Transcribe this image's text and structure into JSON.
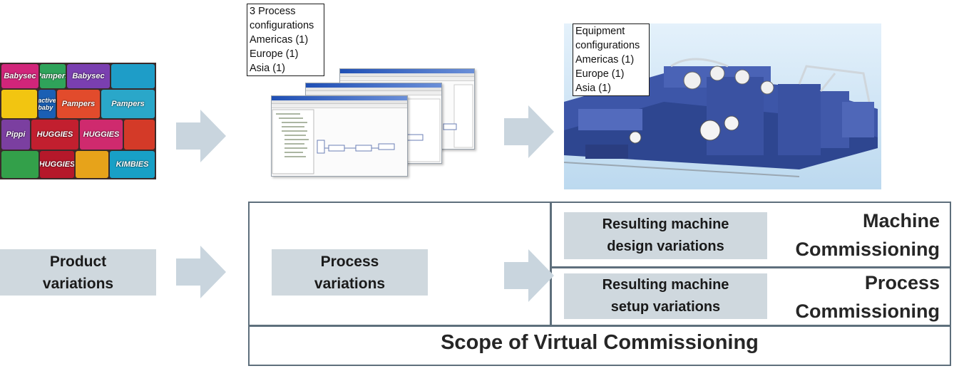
{
  "notes": {
    "process": [
      "3 Process",
      "configurations",
      "Americas (1)",
      "Europe (1)",
      "Asia (1)"
    ],
    "equipment": [
      "Equipment",
      "configurations",
      "Americas (1)",
      "Europe (1)",
      "Asia (1)"
    ]
  },
  "product_brands": [
    "Babysec",
    "Pampers",
    "Babysec",
    "active baby",
    "Pampers",
    "Pampers",
    "HUGGIES",
    "Pippi",
    "HUGGIES",
    "HUGGIES",
    "KIMBIES"
  ],
  "boxes": {
    "product_line1": "Product",
    "product_line2": "variations",
    "process_line1": "Process",
    "process_line2": "variations",
    "design_line1": "Resulting machine",
    "design_line2": "design variations",
    "setup_line1": "Resulting machine",
    "setup_line2": "setup variations"
  },
  "commissioning": {
    "machine_line1": "Machine",
    "machine_line2": "Commissioning",
    "process_line1": "Process",
    "process_line2": "Commissioning"
  },
  "scope_label": "Scope of Virtual Commissioning",
  "colors": {
    "arrow": "#c9d5de",
    "box_fill": "#cfd8de",
    "frame": "#5e6f7c",
    "machine_bg": "#cfe6f6",
    "machine_body": "#3d56a8"
  }
}
